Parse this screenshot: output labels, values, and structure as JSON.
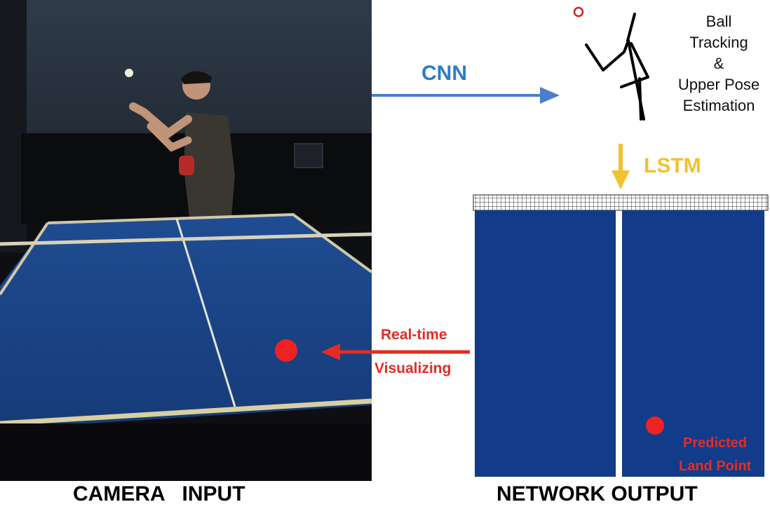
{
  "captions": {
    "left": "CAMERA   INPUT",
    "right": "NETWORK OUTPUT"
  },
  "stages": {
    "cnn": "CNN",
    "lstm": "LSTM",
    "tracking_lines": [
      "Ball",
      "Tracking",
      "&",
      "Upper Pose",
      "Estimation"
    ],
    "feedback_line1": "Real-time",
    "feedback_line2": "Visualizing",
    "predicted_line1": "Predicted",
    "predicted_line2": "Land Point"
  },
  "colors": {
    "cnn_arrow": "#4a7fd0",
    "cnn_text": "#2f7cc4",
    "lstm": "#f2c12e",
    "red": "#e52b25",
    "table_blue": "#123b8a"
  }
}
